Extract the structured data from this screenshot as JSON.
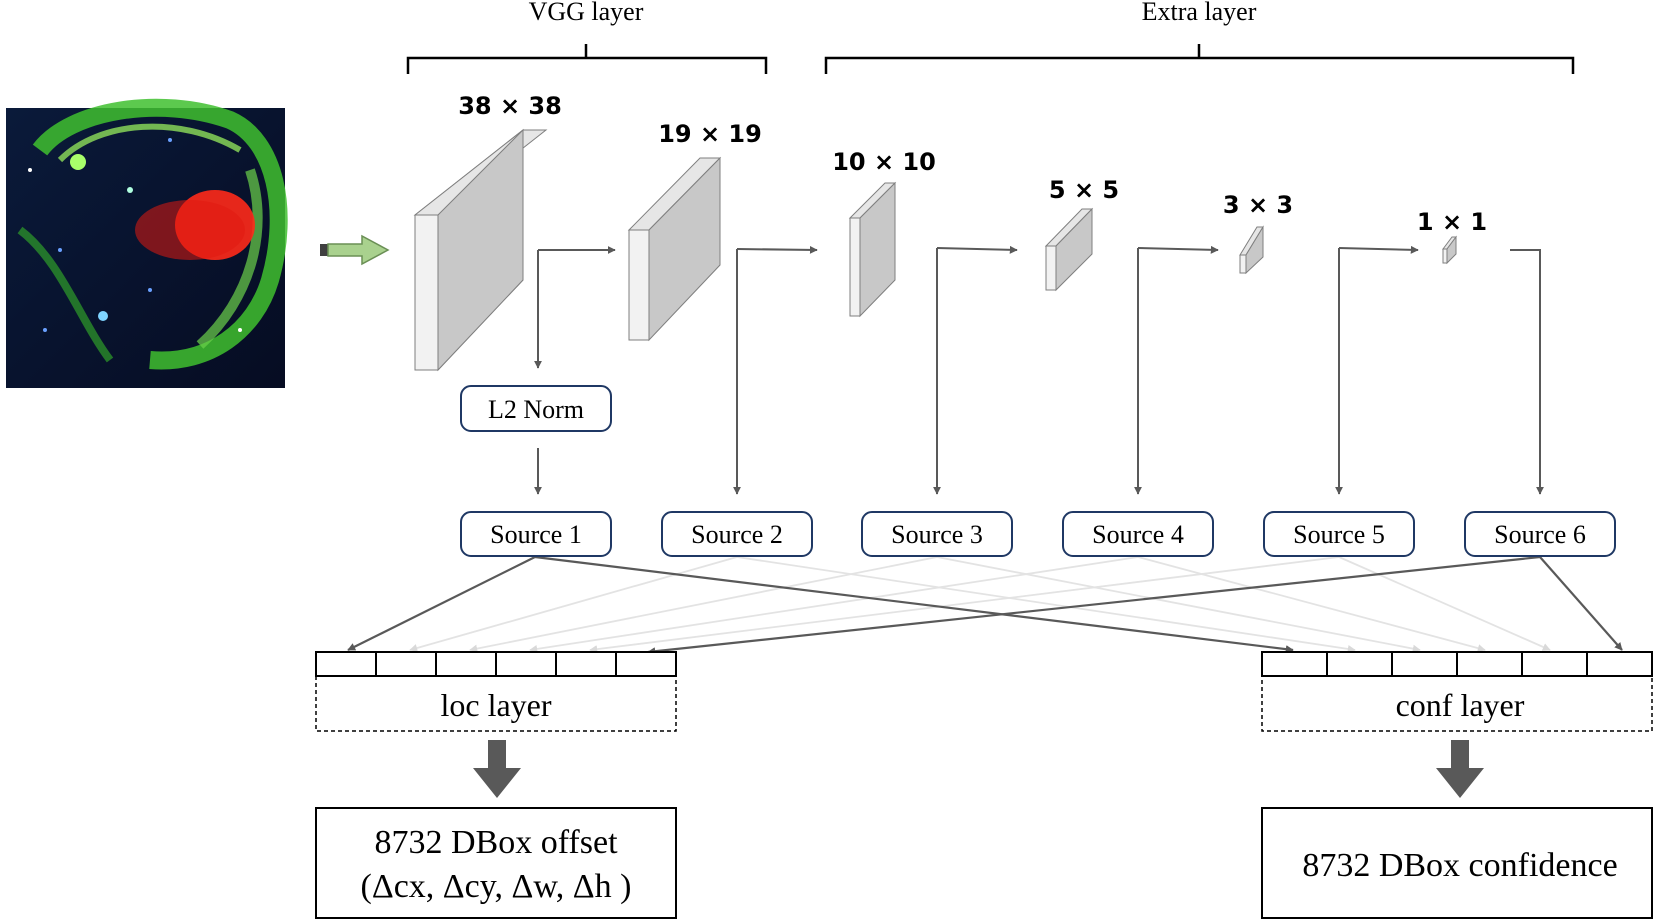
{
  "brackets": {
    "vgg_label": "VGG layer",
    "extra_label": "Extra layer"
  },
  "feature_maps": [
    {
      "size_label": "38 × 38"
    },
    {
      "size_label": "19 × 19"
    },
    {
      "size_label": "10 × 10"
    },
    {
      "size_label": "5 × 5"
    },
    {
      "size_label": "3 × 3"
    },
    {
      "size_label": "1 × 1"
    }
  ],
  "l2norm_label": "L2 Norm",
  "sources": [
    "Source 1",
    "Source 2",
    "Source 3",
    "Source 4",
    "Source 5",
    "Source 6"
  ],
  "loc": {
    "layer_label": "loc layer",
    "output_line1": "8732 DBox offset",
    "output_line2": "(Δcx, Δcy, Δw, Δh )"
  },
  "conf": {
    "layer_label": "conf layer",
    "output_line1": "8732 DBox confidence"
  },
  "colors": {
    "box_border": "#1f3864",
    "face_light": "#f2f2f2",
    "face_side": "#c8c8c8",
    "arrow_dark": "#595959",
    "arrow_faint": "#e3e3e3",
    "input_arrow": "#a9d18e"
  }
}
